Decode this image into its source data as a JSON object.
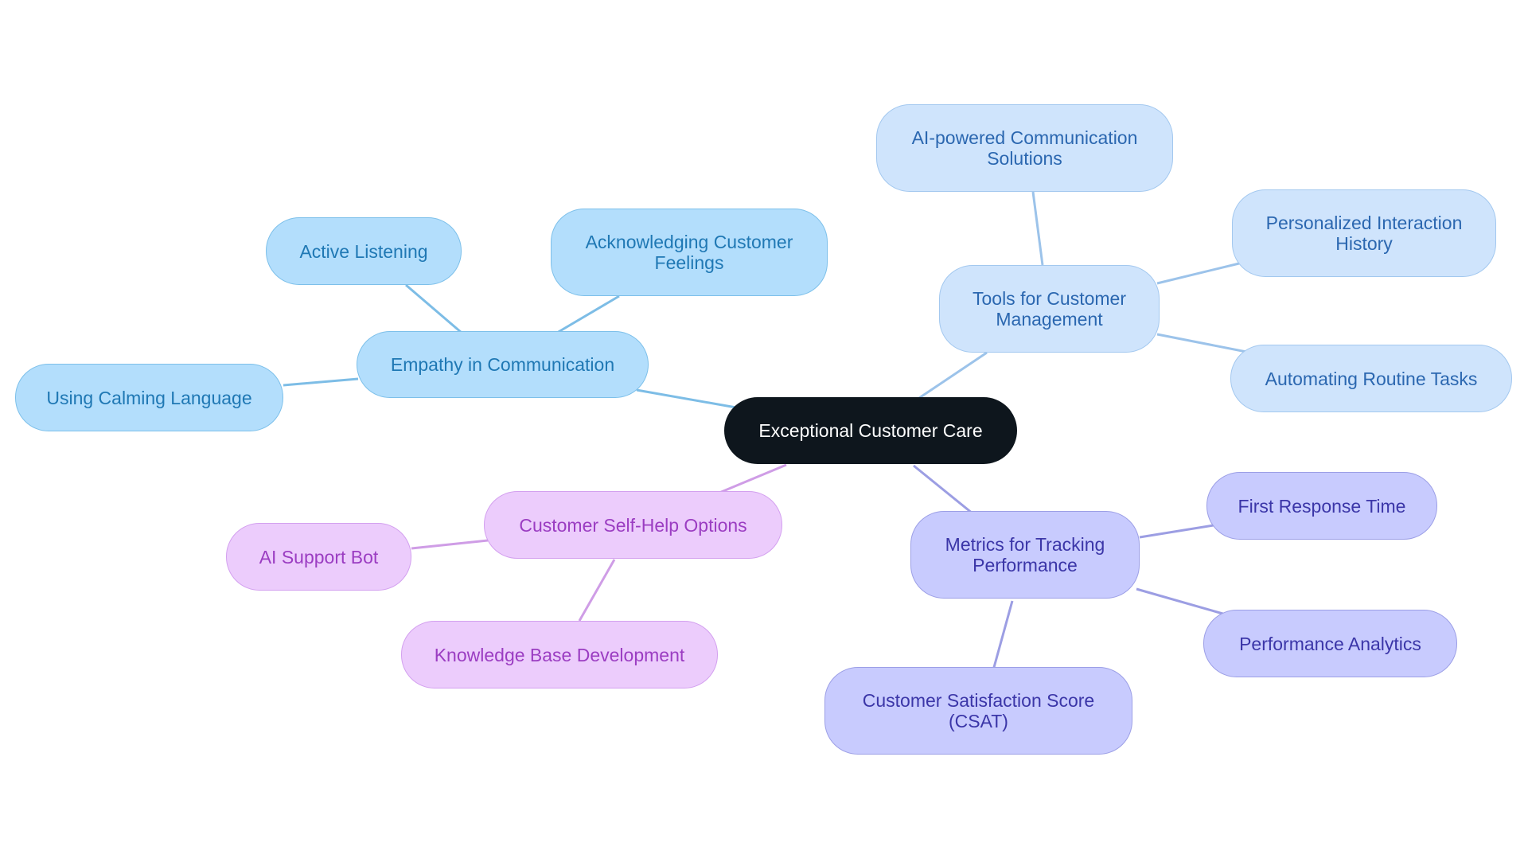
{
  "root": {
    "label": "Exceptional Customer Care"
  },
  "branches": {
    "empathy": {
      "label": "Empathy in Communication",
      "color": "#7dbde6",
      "children": [
        "Active Listening",
        "Acknowledging Customer Feelings",
        "Using Calming Language"
      ]
    },
    "tools": {
      "label": "Tools for Customer Management",
      "color": "#9cc3ea",
      "children": [
        "AI-powered Communication Solutions",
        "Personalized Interaction History",
        "Automating Routine Tasks"
      ]
    },
    "metrics": {
      "label": "Metrics for Tracking Performance",
      "color": "#9c9ee3",
      "children": [
        "First Response Time",
        "Performance Analytics",
        "Customer Satisfaction Score (CSAT)"
      ]
    },
    "selfhelp": {
      "label": "Customer Self-Help Options",
      "color": "#cf9de6",
      "children": [
        "AI Support Bot",
        "Knowledge Base Development"
      ]
    }
  }
}
